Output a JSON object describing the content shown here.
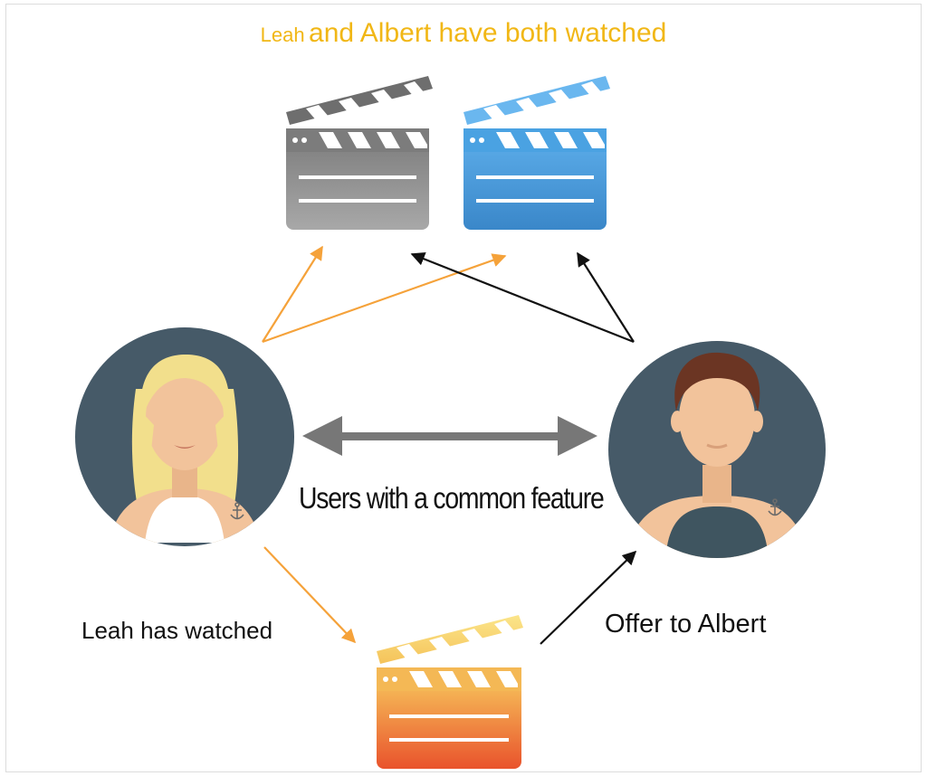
{
  "title": {
    "name_part": "Leah",
    "rest": "and Albert have both watched",
    "color": "#f1b716"
  },
  "center_label": "Users with a common feature",
  "leah_label": "Leah has watched",
  "offer_label": "Offer to Albert",
  "colors": {
    "orange_arrow": "#f5a23a",
    "black_arrow": "#111111",
    "gray_arrow": "#777777",
    "avatar_bg": "#465a68",
    "skin": "#f2c39b",
    "blonde_hair": "#f2df8c",
    "brown_hair": "#6b3523",
    "clapper_gray": "#8f8f8f",
    "clapper_blue": "#3d8fd3",
    "clapper_orange_top": "#f6c356",
    "clapper_orange_bottom": "#ea5a2e"
  },
  "icons": [
    "clapperboard-icon",
    "female-user-icon",
    "male-user-icon",
    "anchor-tattoo-icon"
  ]
}
